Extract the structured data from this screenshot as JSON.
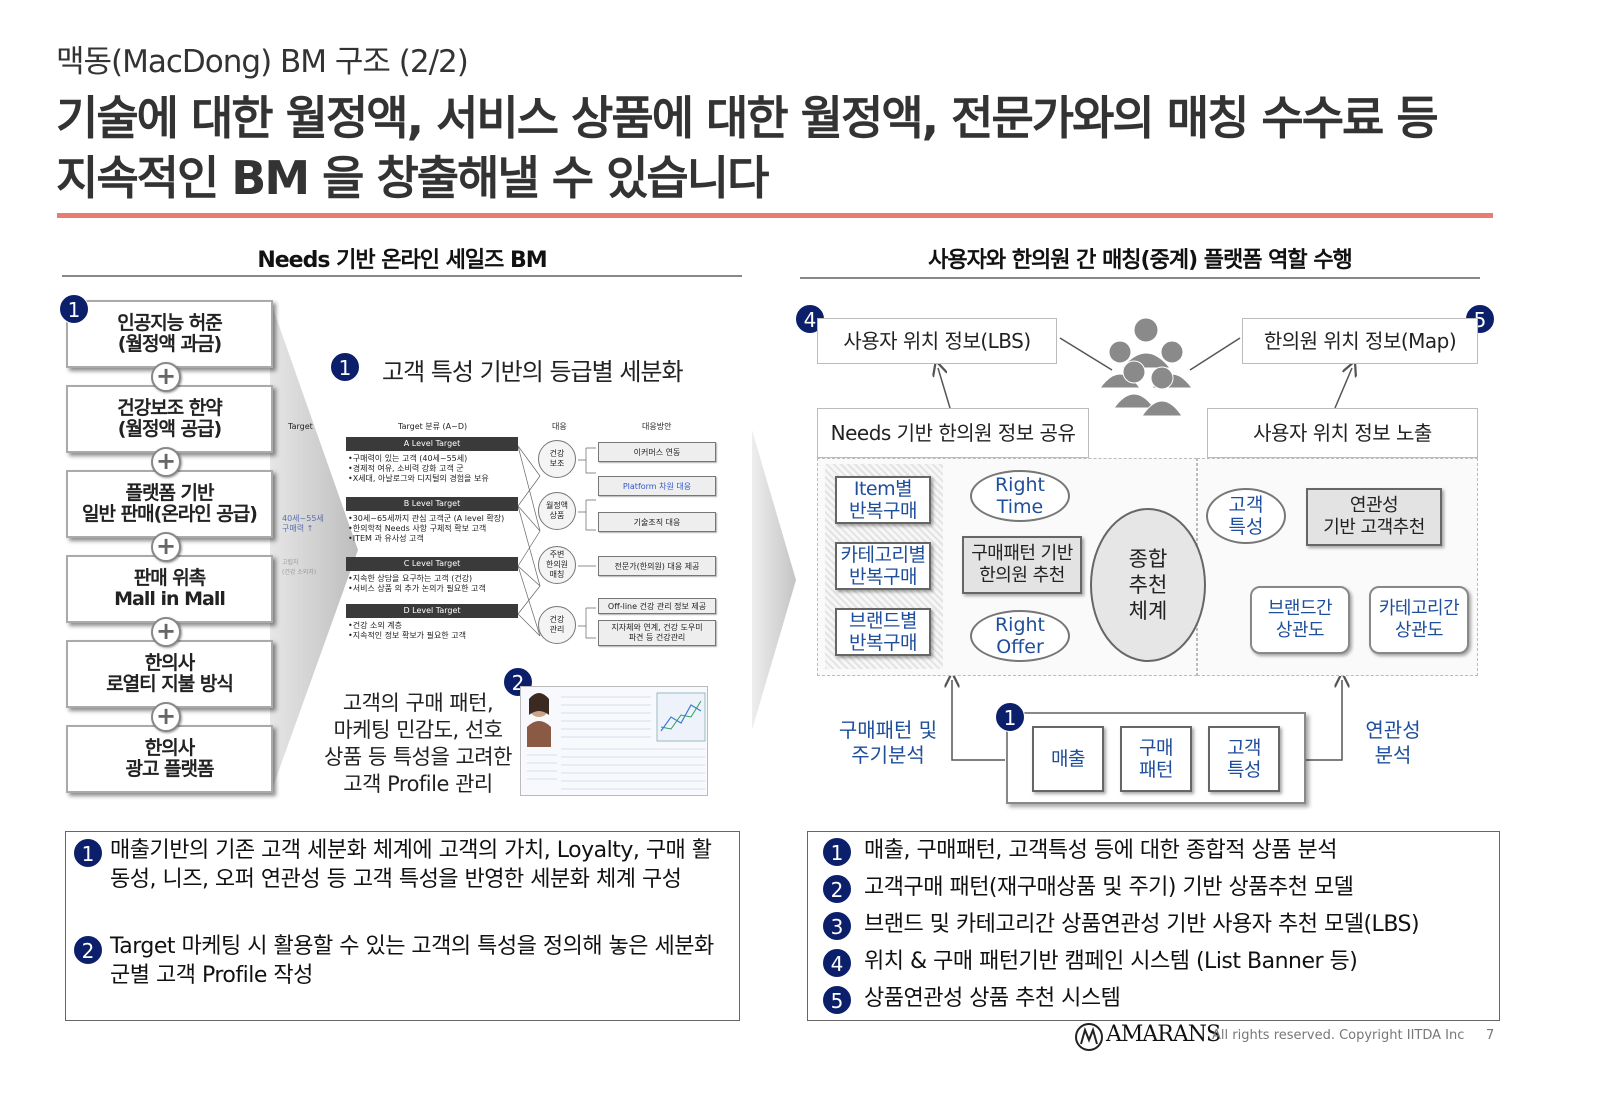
{
  "header": {
    "subtitle": "맥동(MacDong) BM 구조 (2/2)",
    "headline_line1": "기술에 대한 월정액, 서비스 상품에 대한 월정액, 전문가와의 매칭 수수료 등",
    "headline_line2": "지속적인 BM 을 창출해낼 수 있습니다"
  },
  "left": {
    "section_title": "Needs 기반 온라인 세일즈 BM",
    "stack": [
      {
        "label": "인공지능 허준\n(월정액 과금)"
      },
      {
        "label": "건강보조 한약\n(월정액 공급)"
      },
      {
        "label": "플랫폼 기반\n일반 판매(온라인 공급)"
      },
      {
        "label": "판매 위촉\nMall in Mall"
      },
      {
        "label": "한의사\n로열티 지불 방식"
      },
      {
        "label": "한의사\n광고 플랫폼"
      }
    ],
    "stack_badge": "1",
    "plus_symbol": "+",
    "mid_badge": "1",
    "mid_title": "고객 특성 기반의 등급별 세분화",
    "mini": {
      "col_target": "Target",
      "col_class": "Target 분류 (A~D)",
      "col_resp": "대응",
      "col_plan": "대응방안",
      "side_1": "40세~55세\n구매력 ↑",
      "side_2": "고립자\n(건강 소외자)",
      "levels": [
        {
          "name": "A Level Target",
          "lines": [
            "•구매력이 있는 고객 (40세~55세)",
            "•경제적 여유, 소비력 강화 고객 군",
            "•X세대, 아날로그와 디지털의 경험을 보유"
          ]
        },
        {
          "name": "B Level Target",
          "lines": [
            "•30세~65세까지 관심 고객군 (A level 확장)",
            "•한의학적 Needs 사항 구체적 확보 고객",
            "•ITEM 과 유사성 고객"
          ]
        },
        {
          "name": "C Level Target",
          "lines": [
            "•지속한 상담을 요구하는 고객 (건강)",
            "•서비스 상품 의 추가 논의가 필요한 고객"
          ]
        },
        {
          "name": "D Level Target",
          "lines": [
            "•건강 소외 계층",
            "•지속적인 정보 확보가 필요한 고객"
          ]
        }
      ],
      "circles": [
        "건강\n보조",
        "월정액\n상품",
        "주변\n한의원\n매칭",
        "건강\n관리"
      ],
      "plans": [
        "이커머스 연동",
        "Platform 차원 대응",
        "기술조직 대응",
        "전문가(한의원) 대응 제공",
        "Off-line 건강 관리 정보 제공",
        "지자체와 연계, 건강 도우미\n파견 등 건강관리"
      ]
    },
    "badge2": "2",
    "profile_text": "고객의 구매 패턴,\n마케팅 민감도, 선호\n상품 등 특성을 고려한\n고객 Profile 관리",
    "notes": [
      {
        "badge": "1",
        "text": "매출기반의 기존 고객 세분화 체계에 고객의 가치, Loyalty, 구매 활동성, 니즈, 오퍼 연관성 등 고객 특성을 반영한 세분화 체계 구성"
      },
      {
        "badge": "2",
        "text": "Target 마케팅 시 활용할 수 있는 고객의 특성을 정의해 놓은 세분화군별 고객 Profile  작성"
      }
    ]
  },
  "right": {
    "section_title": "사용자와 한의원 간 매칭(중계) 플랫폼 역할 수행",
    "badge4": "4",
    "badge5": "5",
    "badge1": "1",
    "lbs": "사용자 위치 정보(LBS)",
    "map": "한의원 위치 정보(Map)",
    "needs_share": "Needs 기반 한의원 정보 공유",
    "user_expose": "사용자 위치 정보 노출",
    "item_repeat": "Item별\n반복구매",
    "category_repeat": "카테고리별\n반복구매",
    "brand_repeat": "브랜드별\n반복구매",
    "right_time": "Right\nTime",
    "right_offer": "Right\nOffer",
    "pattern_reco": "구매패턴 기반\n한의원 추천",
    "total": "종합\n추천\n체계",
    "customer_trait": "고객\n특성",
    "relation_reco": "연관성\n기반 고객추천",
    "brand_corr": "브랜드간\n상관도",
    "cat_corr": "카테고리간\n상관도",
    "pattern_cycle": "구매패턴 및\n주기분석",
    "relation_analysis": "연관성\n분석",
    "sales": "매출",
    "purchase_pattern": "구매\n패턴",
    "cust_trait2": "고객\n특성",
    "notes": [
      {
        "badge": "1",
        "text": "매출, 구매패턴, 고객특성 등에 대한  종합적 상품 분석"
      },
      {
        "badge": "2",
        "text": "고객구매 패턴(재구매상품 및 주기) 기반 상품추천 모델"
      },
      {
        "badge": "3",
        "text": "브랜드 및 카테고리간 상품연관성 기반 사용자 추천 모델(LBS)"
      },
      {
        "badge": "4",
        "text": "위치 & 구매 패턴기반 캠페인 시스템 (List Banner 등)"
      },
      {
        "badge": "5",
        "text": "상품연관성 상품 추천 시스템"
      }
    ]
  },
  "footer": {
    "logo": "AMARANS",
    "copyright": "All rights reserved. Copyright IITDA Inc",
    "page": "7"
  },
  "colors": {
    "badge": "#0b1f6b",
    "rule": "#e87b72",
    "blue_text": "#1f4e9c"
  }
}
